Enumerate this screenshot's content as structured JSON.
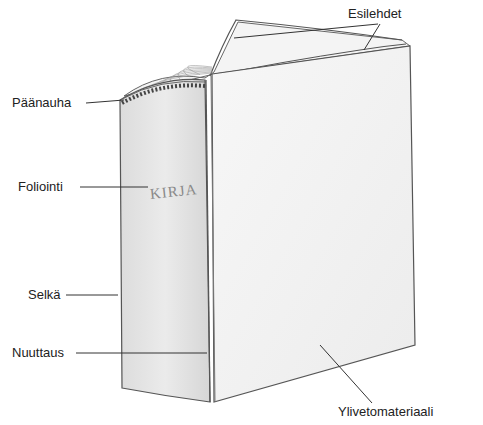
{
  "diagram": {
    "labels": [
      "Esilehdet",
      "Päänauha",
      "Foliointi",
      "Selkä",
      "Nuuttaus",
      "Ylivetomateriaali",
      "KIRJA"
    ]
  }
}
